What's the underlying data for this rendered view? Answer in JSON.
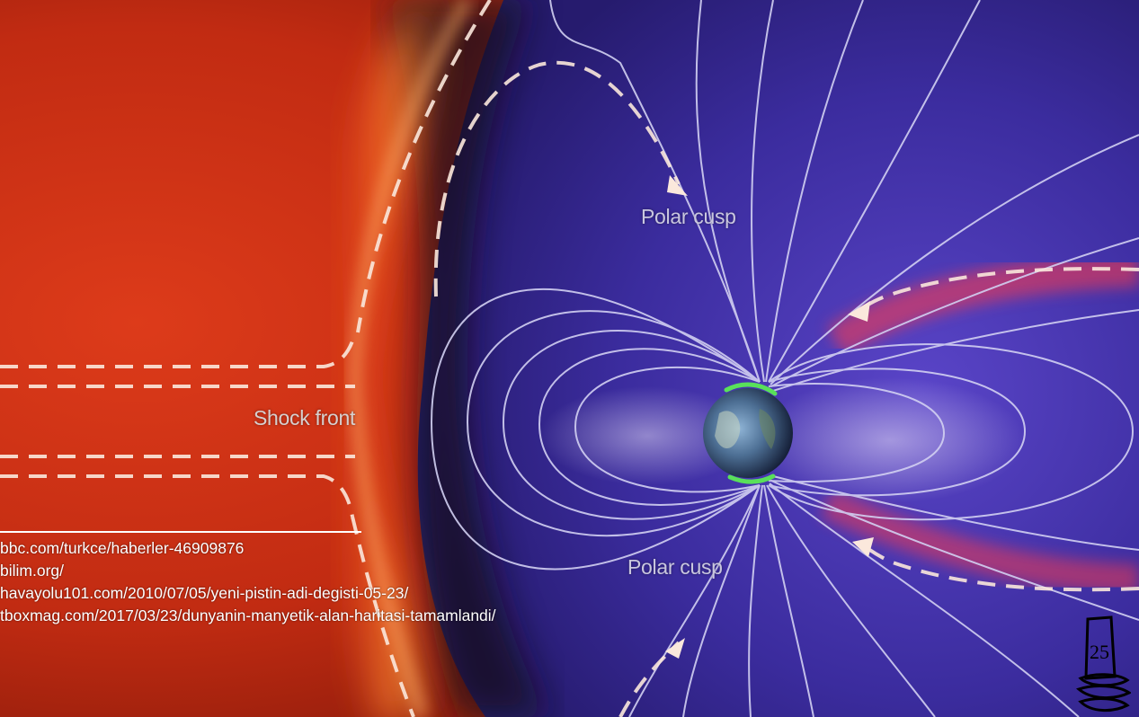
{
  "figure": {
    "labels": {
      "shock_front": "Shock front",
      "polar_cusp_top": "Polar cusp",
      "polar_cusp_bottom": "Polar cusp"
    },
    "sources": [
      "bbc.com/turkce/haberler-46909876",
      "bilim.org/",
      "havayolu101.com/2010/07/05/yeni-pistin-adi-degisti-05-23/",
      "tboxmag.com/2017/03/23/dunyanin-manyetik-alan-haritasi-tamamlandi/"
    ],
    "stamp": {
      "text": "25"
    }
  },
  "colors": {
    "solar_wind": "#d8361a",
    "magnetosphere": "#3f2fa8",
    "field_lines": "#d2d0f2",
    "aurora": "#59e05a"
  }
}
